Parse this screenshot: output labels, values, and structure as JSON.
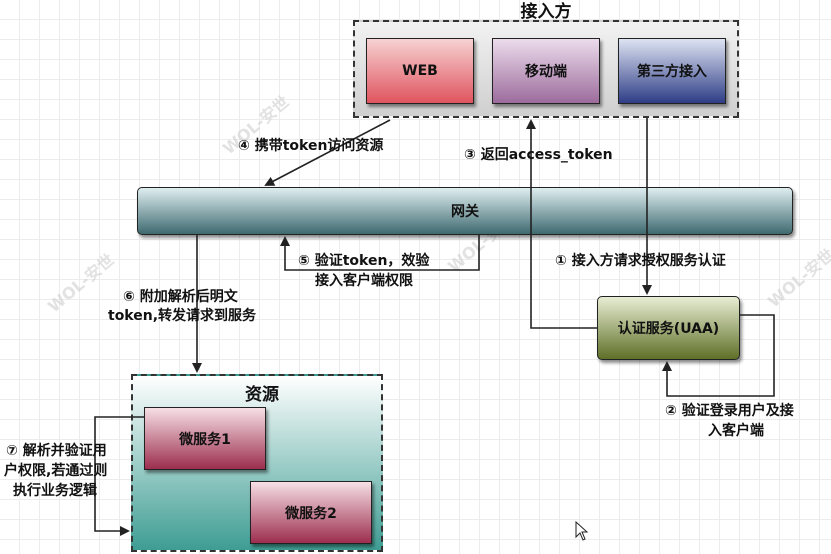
{
  "watermark": "WOL-安世",
  "client_group": {
    "title": "接入方",
    "web": "WEB",
    "mobile": "移动端",
    "third_party": "第三方接入"
  },
  "gateway": {
    "label": "网关"
  },
  "uaa": {
    "label": "认证服务(UAA)"
  },
  "resource_group": {
    "title": "资源",
    "service1": "微服务1",
    "service2": "微服务2"
  },
  "steps": {
    "step1": "① 接入方请求授权服务认证",
    "step2_line1": "② 验证登录用户及接",
    "step2_line2": "入客户端",
    "step3": "③ 返回access_token",
    "step4": "④ 携带token访问资源",
    "step5_line1": "⑤ 验证token，效验",
    "step5_line2": "接入客户端权限",
    "step6_line1": "⑥ 附加解析后明文",
    "step6_line2": "token,转发请求到服务",
    "step7_line1": "⑦ 解析并验证用",
    "step7_line2": "户权限,若通过则",
    "step7_line3": "执行业务逻辑"
  },
  "colors": {
    "web_top": "#f6d2d2",
    "web_bottom": "#e0545f",
    "mobile_top": "#ecdcec",
    "mobile_bottom": "#9c6c9c",
    "third_top": "#dde3f2",
    "third_bottom": "#2e3d86",
    "gateway_top": "#dfeef0",
    "gateway_bottom": "#3e6a70",
    "uaa_top": "#e8edd3",
    "uaa_bottom": "#5f7028",
    "resource_top": "#ffffff",
    "resource_bottom": "#3e9d93",
    "service_top": "#f6dfe5",
    "service_bottom": "#9c2e4e"
  }
}
